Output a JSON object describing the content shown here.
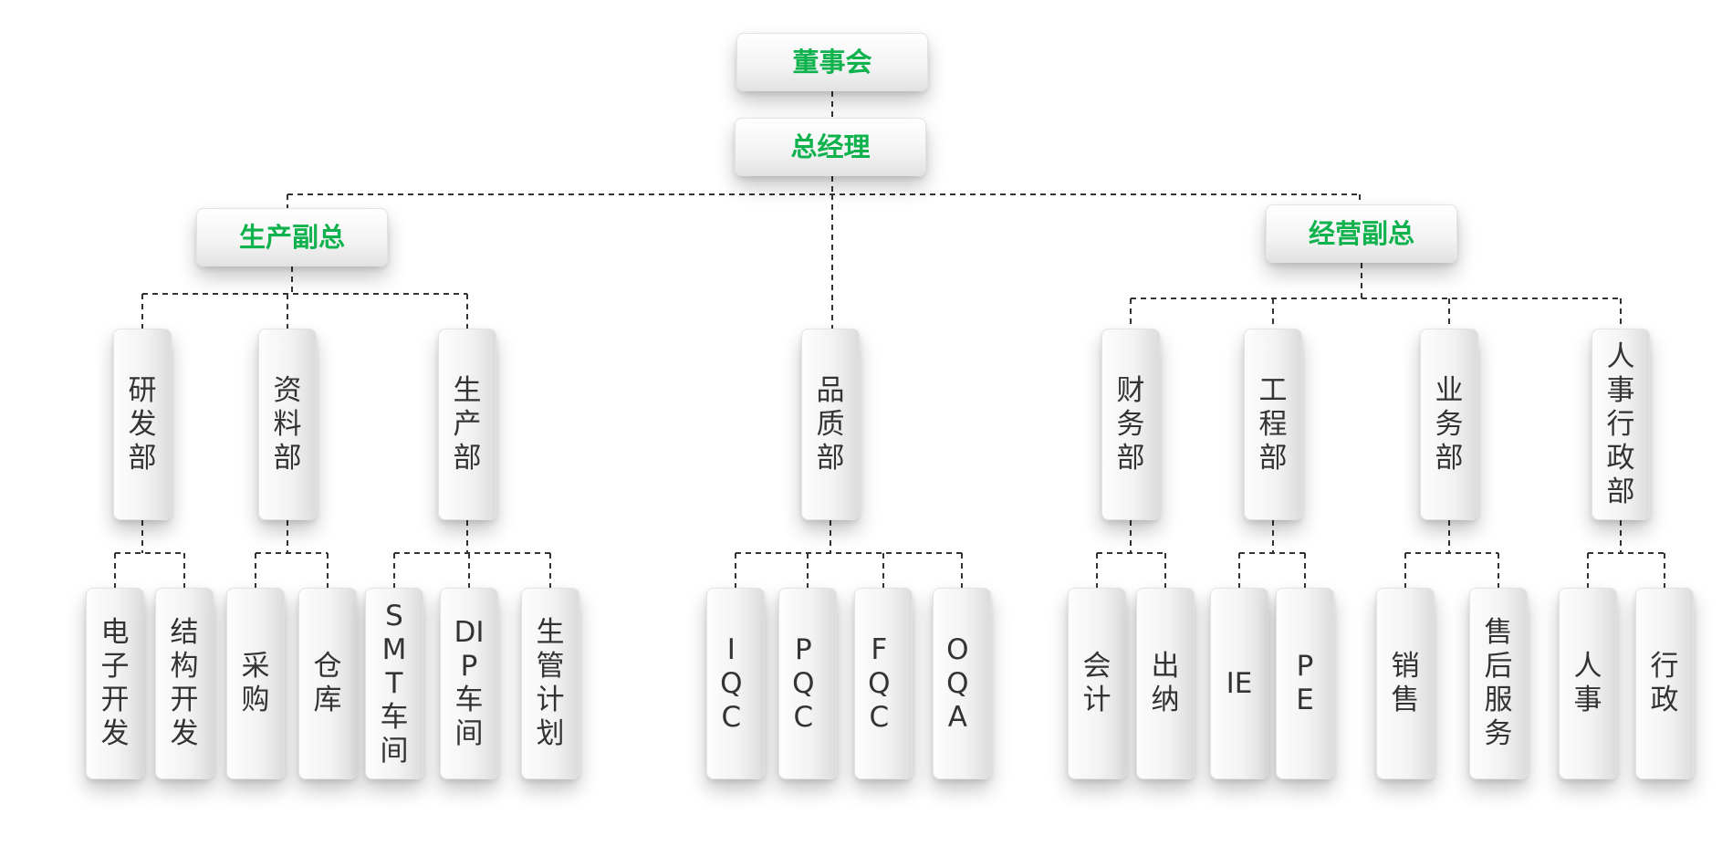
{
  "colors": {
    "accent": "#0fb24d",
    "text": "#333333",
    "connector": "#333333"
  },
  "board": "董事会",
  "ceo": "总经理",
  "vp_production": {
    "label": "生产副总",
    "departments": [
      {
        "label": "研发部",
        "units": [
          "电子开发",
          "结构开发"
        ]
      },
      {
        "label": "资料部",
        "units": [
          "采购",
          "仓库"
        ]
      },
      {
        "label": "生产部",
        "units": [
          "SMT车间",
          "DIP车间",
          "生管计划"
        ]
      }
    ]
  },
  "quality": {
    "label": "品质部",
    "units": [
      "IQC",
      "PQC",
      "FQC",
      "OQA"
    ]
  },
  "vp_operations": {
    "label": "经营副总",
    "departments": [
      {
        "label": "财务部",
        "units": [
          "会计",
          "出纳"
        ]
      },
      {
        "label": "工程部",
        "units": [
          "IE",
          "PE"
        ]
      },
      {
        "label": "业务部",
        "units": [
          "销售",
          "售后服务"
        ]
      },
      {
        "label": "人事行政部",
        "units": [
          "人事",
          "行政"
        ]
      }
    ]
  }
}
